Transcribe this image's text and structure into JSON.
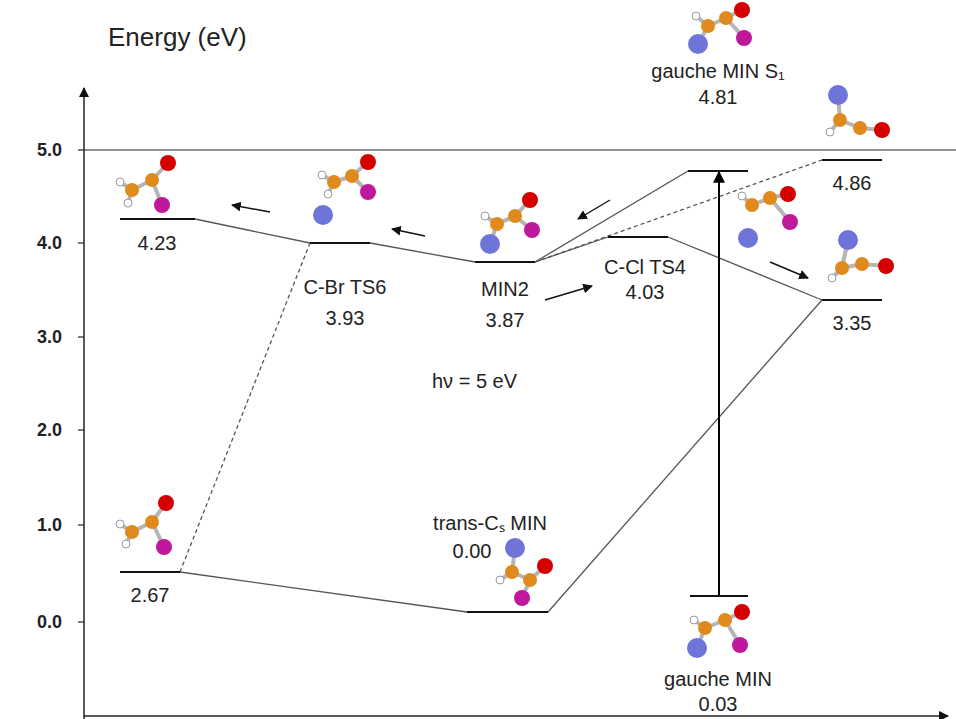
{
  "diagram": {
    "nodes": [
      {
        "text": [
          "gauche MIN S₁",
          "4.81"
        ]
      },
      {
        "text": [
          "4.86"
        ]
      },
      {
        "text": [
          "4.23"
        ]
      },
      {
        "text": [
          "C-Br TS6",
          "3.93"
        ]
      },
      {
        "text": [
          "MIN2",
          "3.87"
        ]
      },
      {
        "text": [
          "C-Cl TS4",
          "4.03"
        ]
      },
      {
        "text": [
          "3.35"
        ]
      },
      {
        "text": [
          "2.67"
        ]
      },
      {
        "text": [
          "trans-Cₛ MIN",
          "0.00"
        ]
      },
      {
        "text": [
          "gauche MIN",
          "0.03"
        ]
      }
    ],
    "edges": [
      {
        "from": 2,
        "to": 3,
        "arrow": "none"
      },
      {
        "from": 3,
        "to": 4,
        "arrow": "none"
      },
      {
        "from": 4,
        "to": 0,
        "arrow": "none"
      },
      {
        "from": 4,
        "to": 1,
        "arrow": "none"
      },
      {
        "from": 4,
        "to": 5,
        "arrow": "none"
      },
      {
        "from": 5,
        "to": 6,
        "arrow": "none"
      },
      {
        "from": 6,
        "to": 8,
        "arrow": "none"
      },
      {
        "from": 8,
        "to": 7,
        "arrow": "none"
      },
      {
        "from": 7,
        "to": 3,
        "arrow": "none"
      },
      {
        "from": 9,
        "to": 0,
        "arrow": "to",
        "label": "hν = 5 eV"
      }
    ],
    "labels": [
      "Energy (eV)",
      "5.0",
      "4.0",
      "3.0",
      "2.0",
      "1.0",
      "0.0"
    ]
  }
}
